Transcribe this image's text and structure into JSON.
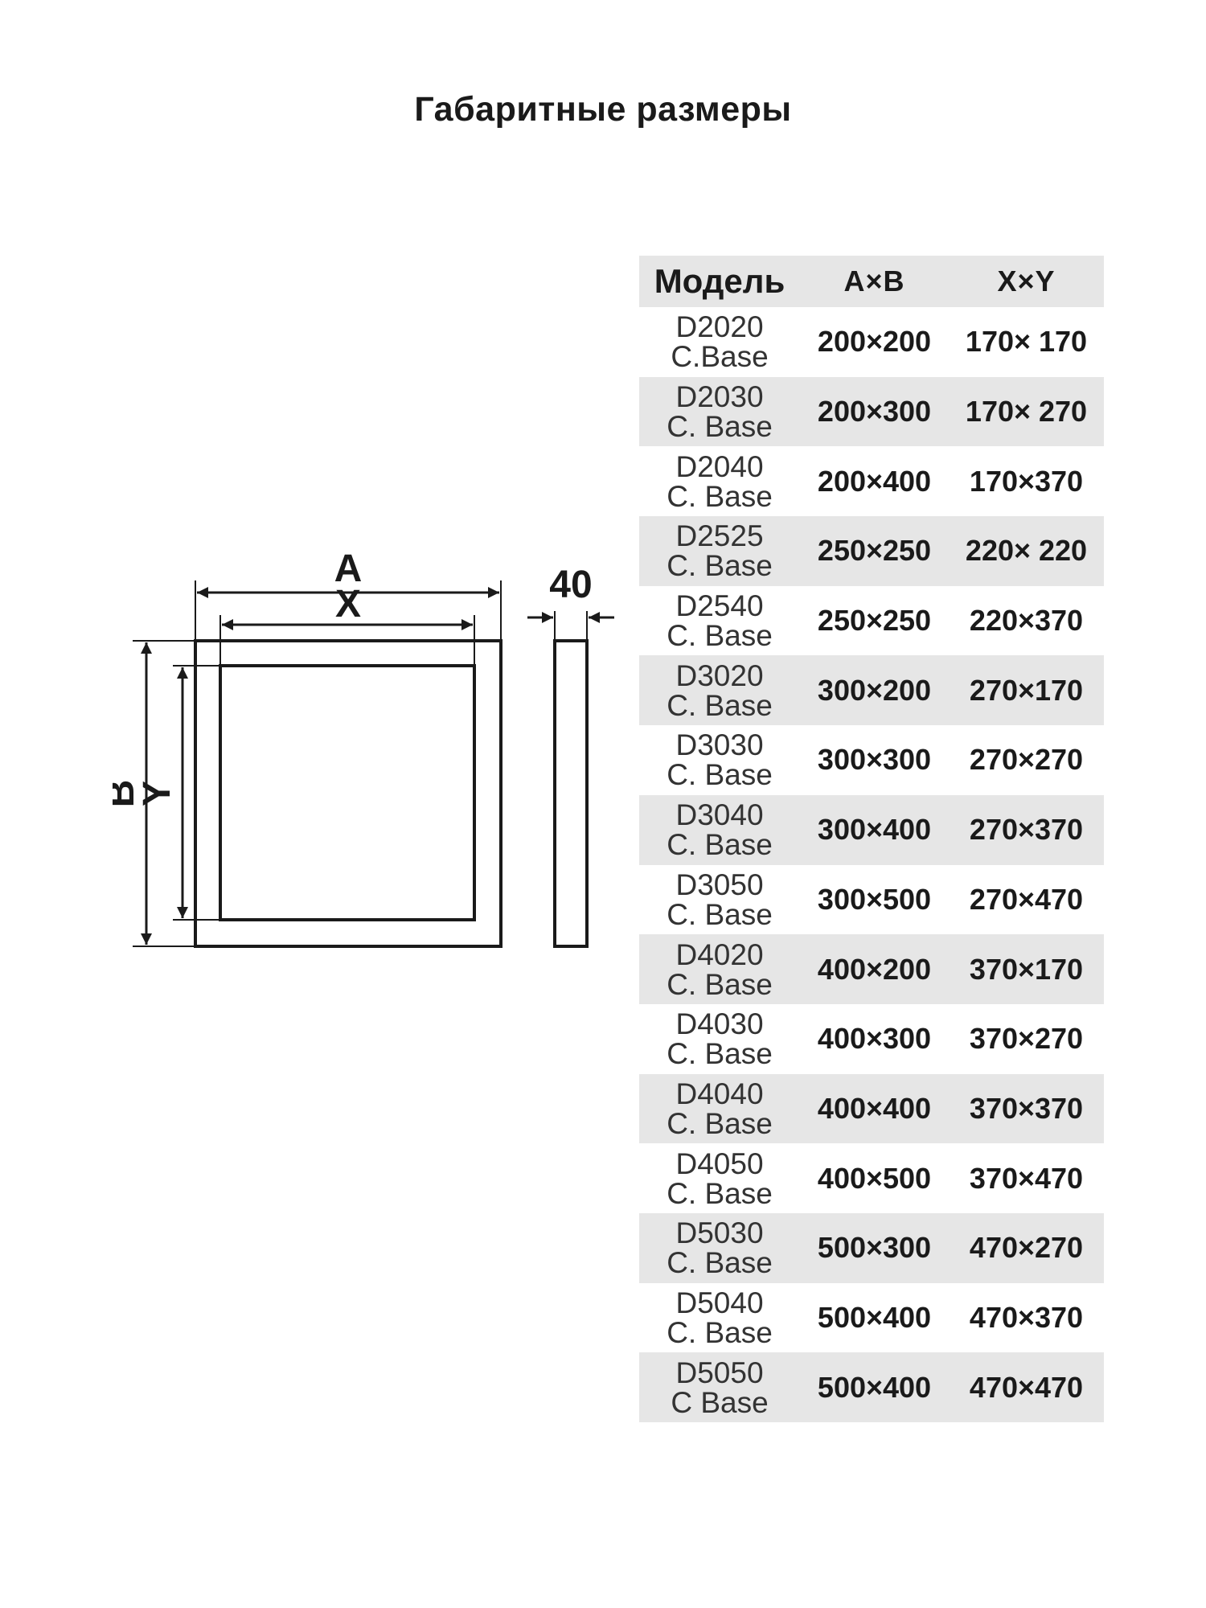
{
  "title": "Габаритные размеры",
  "diagram": {
    "label_a": "A",
    "label_x": "X",
    "label_b": "B",
    "label_y": "Y",
    "depth": "40"
  },
  "table": {
    "headers": [
      "Модель",
      "A×B",
      "X×Y"
    ],
    "rows": [
      {
        "model": "D2020",
        "suffix": "C.Base",
        "ab": "200×200",
        "xy": "170× 170"
      },
      {
        "model": "D2030",
        "suffix": "C. Base",
        "ab": "200×300",
        "xy": "170× 270"
      },
      {
        "model": "D2040",
        "suffix": "C. Base",
        "ab": "200×400",
        "xy": "170×370"
      },
      {
        "model": "D2525",
        "suffix": "C. Base",
        "ab": "250×250",
        "xy": "220× 220"
      },
      {
        "model": "D2540",
        "suffix": "C. Base",
        "ab": "250×250",
        "xy": "220×370"
      },
      {
        "model": "D3020",
        "suffix": "C. Base",
        "ab": "300×200",
        "xy": "270×170"
      },
      {
        "model": "D3030",
        "suffix": "C. Base",
        "ab": "300×300",
        "xy": "270×270"
      },
      {
        "model": "D3040",
        "suffix": "C. Base",
        "ab": "300×400",
        "xy": "270×370"
      },
      {
        "model": "D3050",
        "suffix": "C. Base",
        "ab": "300×500",
        "xy": "270×470"
      },
      {
        "model": "D4020",
        "suffix": "C. Base",
        "ab": "400×200",
        "xy": "370×170"
      },
      {
        "model": "D4030",
        "suffix": "C. Base",
        "ab": "400×300",
        "xy": "370×270"
      },
      {
        "model": "D4040",
        "suffix": "C. Base",
        "ab": "400×400",
        "xy": "370×370"
      },
      {
        "model": "D4050",
        "suffix": "C. Base",
        "ab": "400×500",
        "xy": "370×470"
      },
      {
        "model": "D5030",
        "suffix": "C. Base",
        "ab": "500×300",
        "xy": "470×270"
      },
      {
        "model": "D5040",
        "suffix": "C. Base",
        "ab": "500×400",
        "xy": "470×370"
      },
      {
        "model": "D5050",
        "suffix": "C Base",
        "ab": "500×400",
        "xy": "470×470"
      }
    ]
  }
}
